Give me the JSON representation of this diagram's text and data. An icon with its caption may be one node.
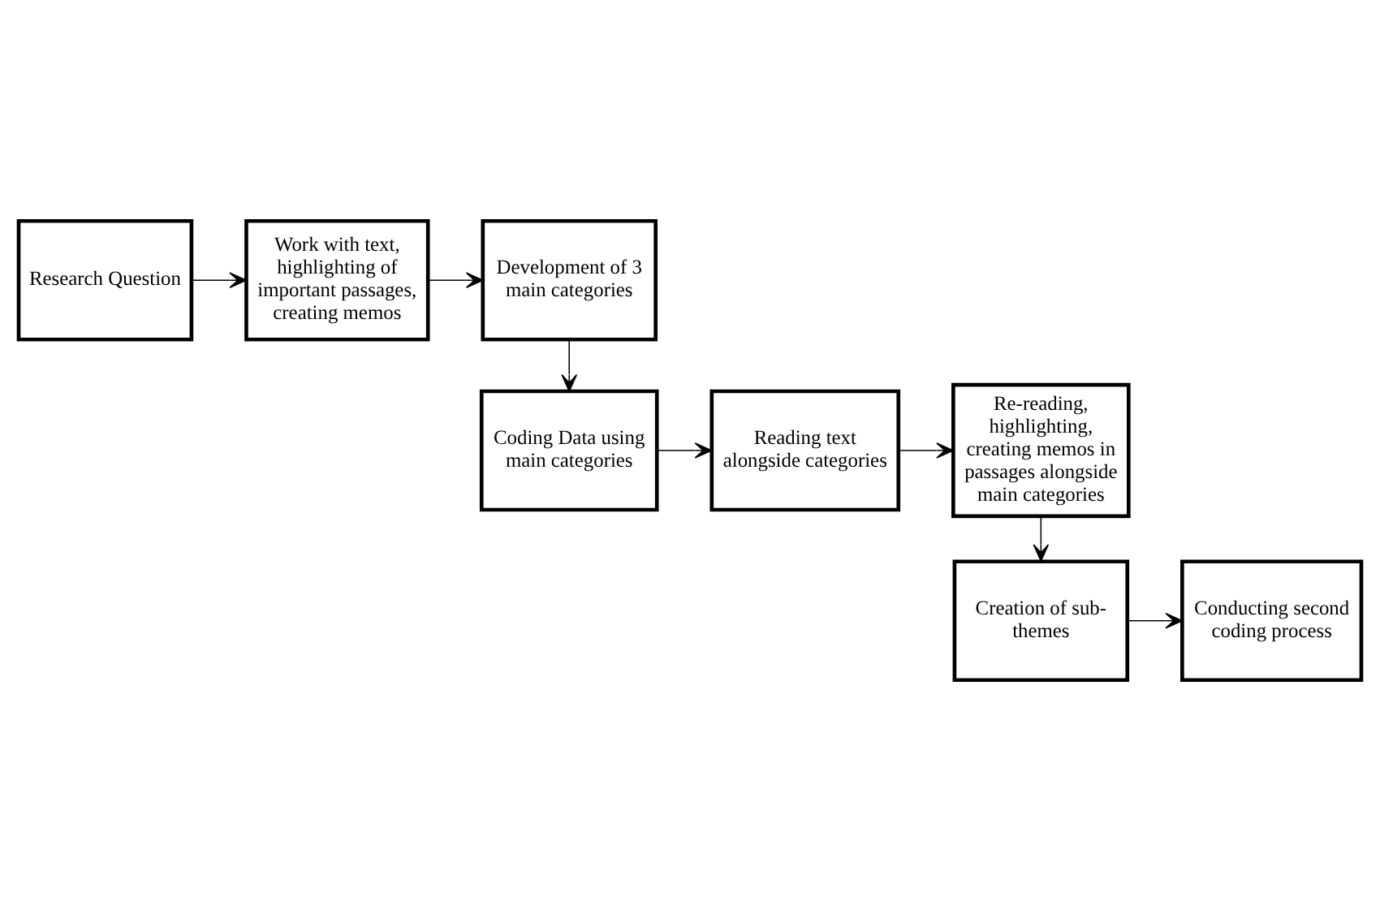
{
  "diagram": {
    "nodes": [
      {
        "text": [
          "Research Question"
        ]
      },
      {
        "text": [
          "Work with text, highlighting of important passages, creating memos"
        ]
      },
      {
        "text": [
          "Development of 3 main categories"
        ]
      },
      {
        "text": [
          "Coding Data using main categories"
        ]
      },
      {
        "text": [
          "Reading text alongside categories"
        ]
      },
      {
        "text": [
          "Re-reading, highlighting, creating memos in passages alongside main categories"
        ]
      },
      {
        "text": [
          "Creation of sub-themes"
        ]
      },
      {
        "text": [
          "Conducting second coding process"
        ]
      }
    ],
    "edges": [
      {
        "from": 0,
        "to": 1,
        "arrow": "to"
      },
      {
        "from": 1,
        "to": 2,
        "arrow": "to"
      },
      {
        "from": 2,
        "to": 3,
        "arrow": "to"
      },
      {
        "from": 3,
        "to": 4,
        "arrow": "to"
      },
      {
        "from": 4,
        "to": 5,
        "arrow": "to"
      },
      {
        "from": 5,
        "to": 6,
        "arrow": "to"
      },
      {
        "from": 6,
        "to": 7,
        "arrow": "to"
      }
    ]
  }
}
